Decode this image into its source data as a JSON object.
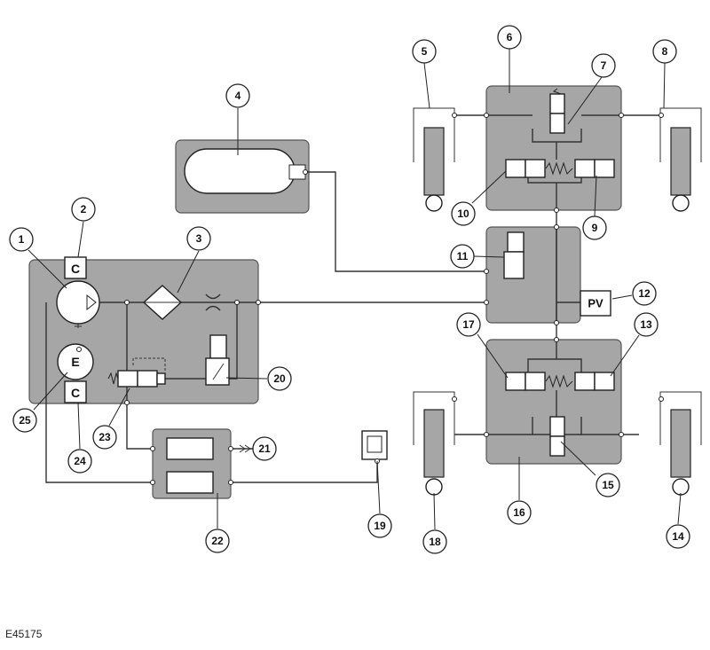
{
  "figure_code": "E45175",
  "symbols": {
    "compressor_letter": "E",
    "temp_sensor_letter": "C",
    "pressure_sensor_text": "PV"
  },
  "callouts": [
    {
      "id": "c1",
      "label": "1"
    },
    {
      "id": "c2",
      "label": "2"
    },
    {
      "id": "c3",
      "label": "3"
    },
    {
      "id": "c4",
      "label": "4"
    },
    {
      "id": "c5",
      "label": "5"
    },
    {
      "id": "c6",
      "label": "6"
    },
    {
      "id": "c7",
      "label": "7"
    },
    {
      "id": "c8",
      "label": "8"
    },
    {
      "id": "c9",
      "label": "9"
    },
    {
      "id": "c10",
      "label": "10"
    },
    {
      "id": "c11",
      "label": "11"
    },
    {
      "id": "c12",
      "label": "12"
    },
    {
      "id": "c13",
      "label": "13"
    },
    {
      "id": "c14",
      "label": "14"
    },
    {
      "id": "c15",
      "label": "15"
    },
    {
      "id": "c16",
      "label": "16"
    },
    {
      "id": "c17",
      "label": "17"
    },
    {
      "id": "c18",
      "label": "18"
    },
    {
      "id": "c19",
      "label": "19"
    },
    {
      "id": "c20",
      "label": "20"
    },
    {
      "id": "c21",
      "label": "21"
    },
    {
      "id": "c22",
      "label": "22"
    },
    {
      "id": "c23",
      "label": "23"
    },
    {
      "id": "c24",
      "label": "24"
    },
    {
      "id": "c25",
      "label": "25"
    }
  ]
}
